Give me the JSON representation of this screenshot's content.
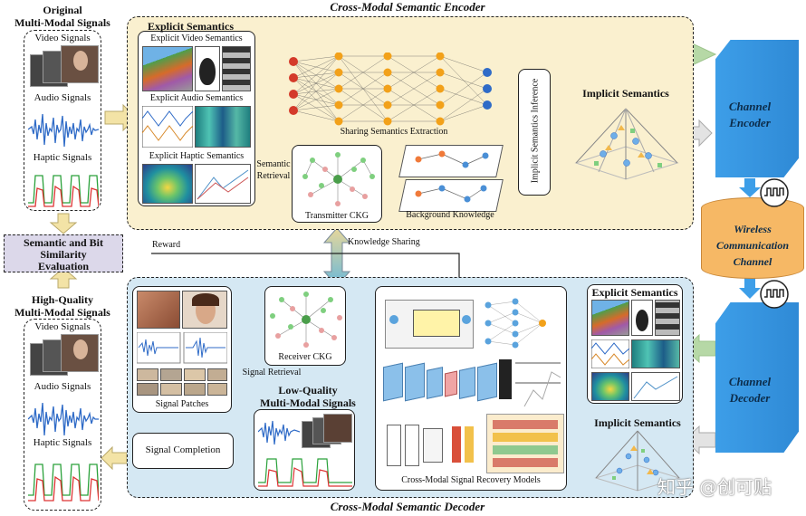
{
  "encoder": {
    "title": "Cross-Modal Semantic Encoder",
    "explicit_semantics": "Explicit Semantics",
    "explicit_video": "Explicit Video Semantics",
    "explicit_audio": "Explicit Audio Semantics",
    "explicit_haptic": "Explicit Haptic Semantics",
    "sharing_extraction": "Sharing Semantics Extraction",
    "semantic_retrieval_1": "Semantic",
    "semantic_retrieval_2": "Retrieval",
    "transmitter_ckg": "Transmitter CKG",
    "background_knowledge": "Background Knowledge",
    "implicit_inference": "Implicit Semantics Inference",
    "implicit_semantics": "Implicit Semantics"
  },
  "original": {
    "title_1": "Original",
    "title_2": "Multi-Modal Signals",
    "video": "Video Signals",
    "audio": "Audio Signals",
    "haptic": "Haptic Signals"
  },
  "evaluation": {
    "line1": "Semantic and Bit",
    "line2": "Similarity",
    "line3": "Evaluation",
    "reward": "Reward",
    "knowledge_sharing": "Knowledge Sharing"
  },
  "channel": {
    "encoder_1": "Channel",
    "encoder_2": "Encoder",
    "wireless_1": "Wireless",
    "wireless_2": "Communication",
    "wireless_3": "Channel",
    "decoder_1": "Channel",
    "decoder_2": "Decoder"
  },
  "reconstructed": {
    "title_1": "High-Quality",
    "title_2": "Multi-Modal Signals",
    "video": "Video Signals",
    "audio": "Audio Signals",
    "haptic": "Haptic Signals"
  },
  "decoder": {
    "title": "Cross-Modal Semantic Decoder",
    "signal_patches": "Signal Patches",
    "receiver_ckg": "Receiver CKG",
    "signal_retrieval": "Signal Retrieval",
    "low_quality_1": "Low-Quality",
    "low_quality_2": "Multi-Modal Signals",
    "signal_completion": "Signal Completion",
    "recovery_models": "Cross-Modal Signal Recovery Models",
    "explicit_semantics": "Explicit Semantics",
    "implicit_semantics": "Implicit Semantics"
  },
  "watermark": "知乎 @创可贴",
  "colors": {
    "encoder_bg": "#faf0cf",
    "decoder_bg": "#d5e8f3",
    "channel_blue": "#3d9ee8",
    "wireless_orange": "#f6b865",
    "eval_bg": "#dcd8ea",
    "arrow_green": "#b6d8a6",
    "arrow_yellow": "#f3e3a6"
  }
}
